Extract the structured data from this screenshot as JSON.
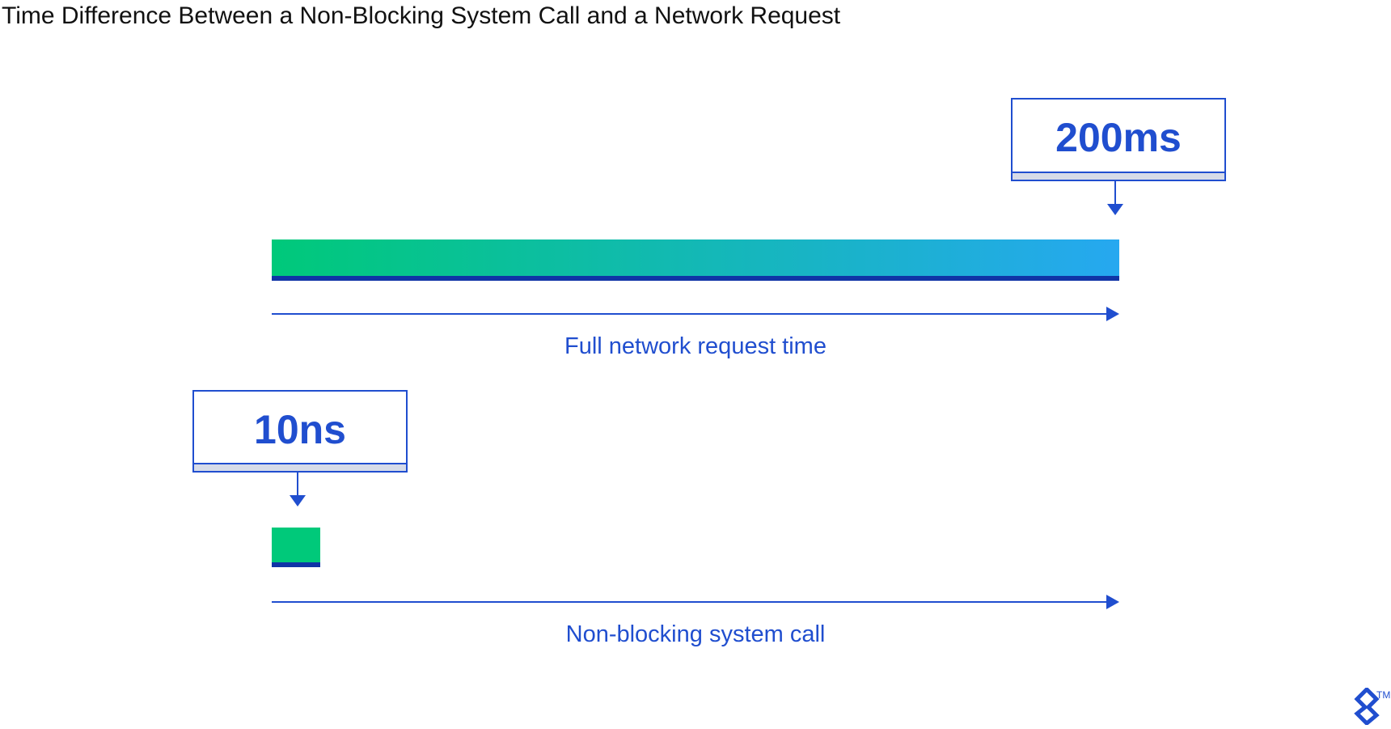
{
  "title": "Time Difference Between a Non-Blocking System Call and a Network Request",
  "network": {
    "value_label": "200ms",
    "axis_label": "Full network request time",
    "gradient_start": "#00c97a",
    "gradient_end": "#26a8f0"
  },
  "syscall": {
    "value_label": "10ns",
    "axis_label": "Non-blocking system call",
    "fill_color": "#00c97a"
  },
  "colors": {
    "accent": "#204ecf",
    "bar_base": "#1034a6",
    "strip": "#d6dbe8"
  },
  "logo": {
    "icon": "toptal-logo-icon",
    "trademark": "TM"
  }
}
